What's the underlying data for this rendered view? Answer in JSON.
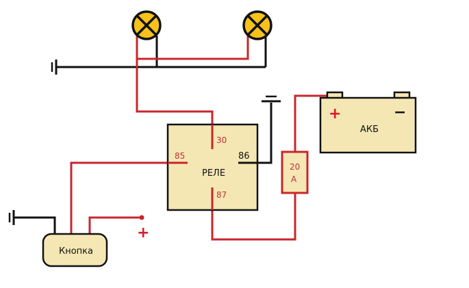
{
  "relay": {
    "label": "РЕЛЕ",
    "pin_30": "30",
    "pin_85": "85",
    "pin_86": "86",
    "pin_87": "87"
  },
  "battery": {
    "label": "АКБ",
    "plus": "+",
    "minus": "−"
  },
  "fuse": {
    "value": "20",
    "unit": "А"
  },
  "button": {
    "label": "Кнопка"
  },
  "supply": {
    "plus": "+"
  },
  "colors": {
    "wire_positive": "#c8262c",
    "wire_ground": "#111111",
    "component_fill": "#f5e7b4",
    "lamp_fill": "#f6c21b"
  },
  "icons": [
    "lamp-icon",
    "lamp-icon",
    "ground-icon",
    "ground-icon",
    "ground-icon"
  ]
}
